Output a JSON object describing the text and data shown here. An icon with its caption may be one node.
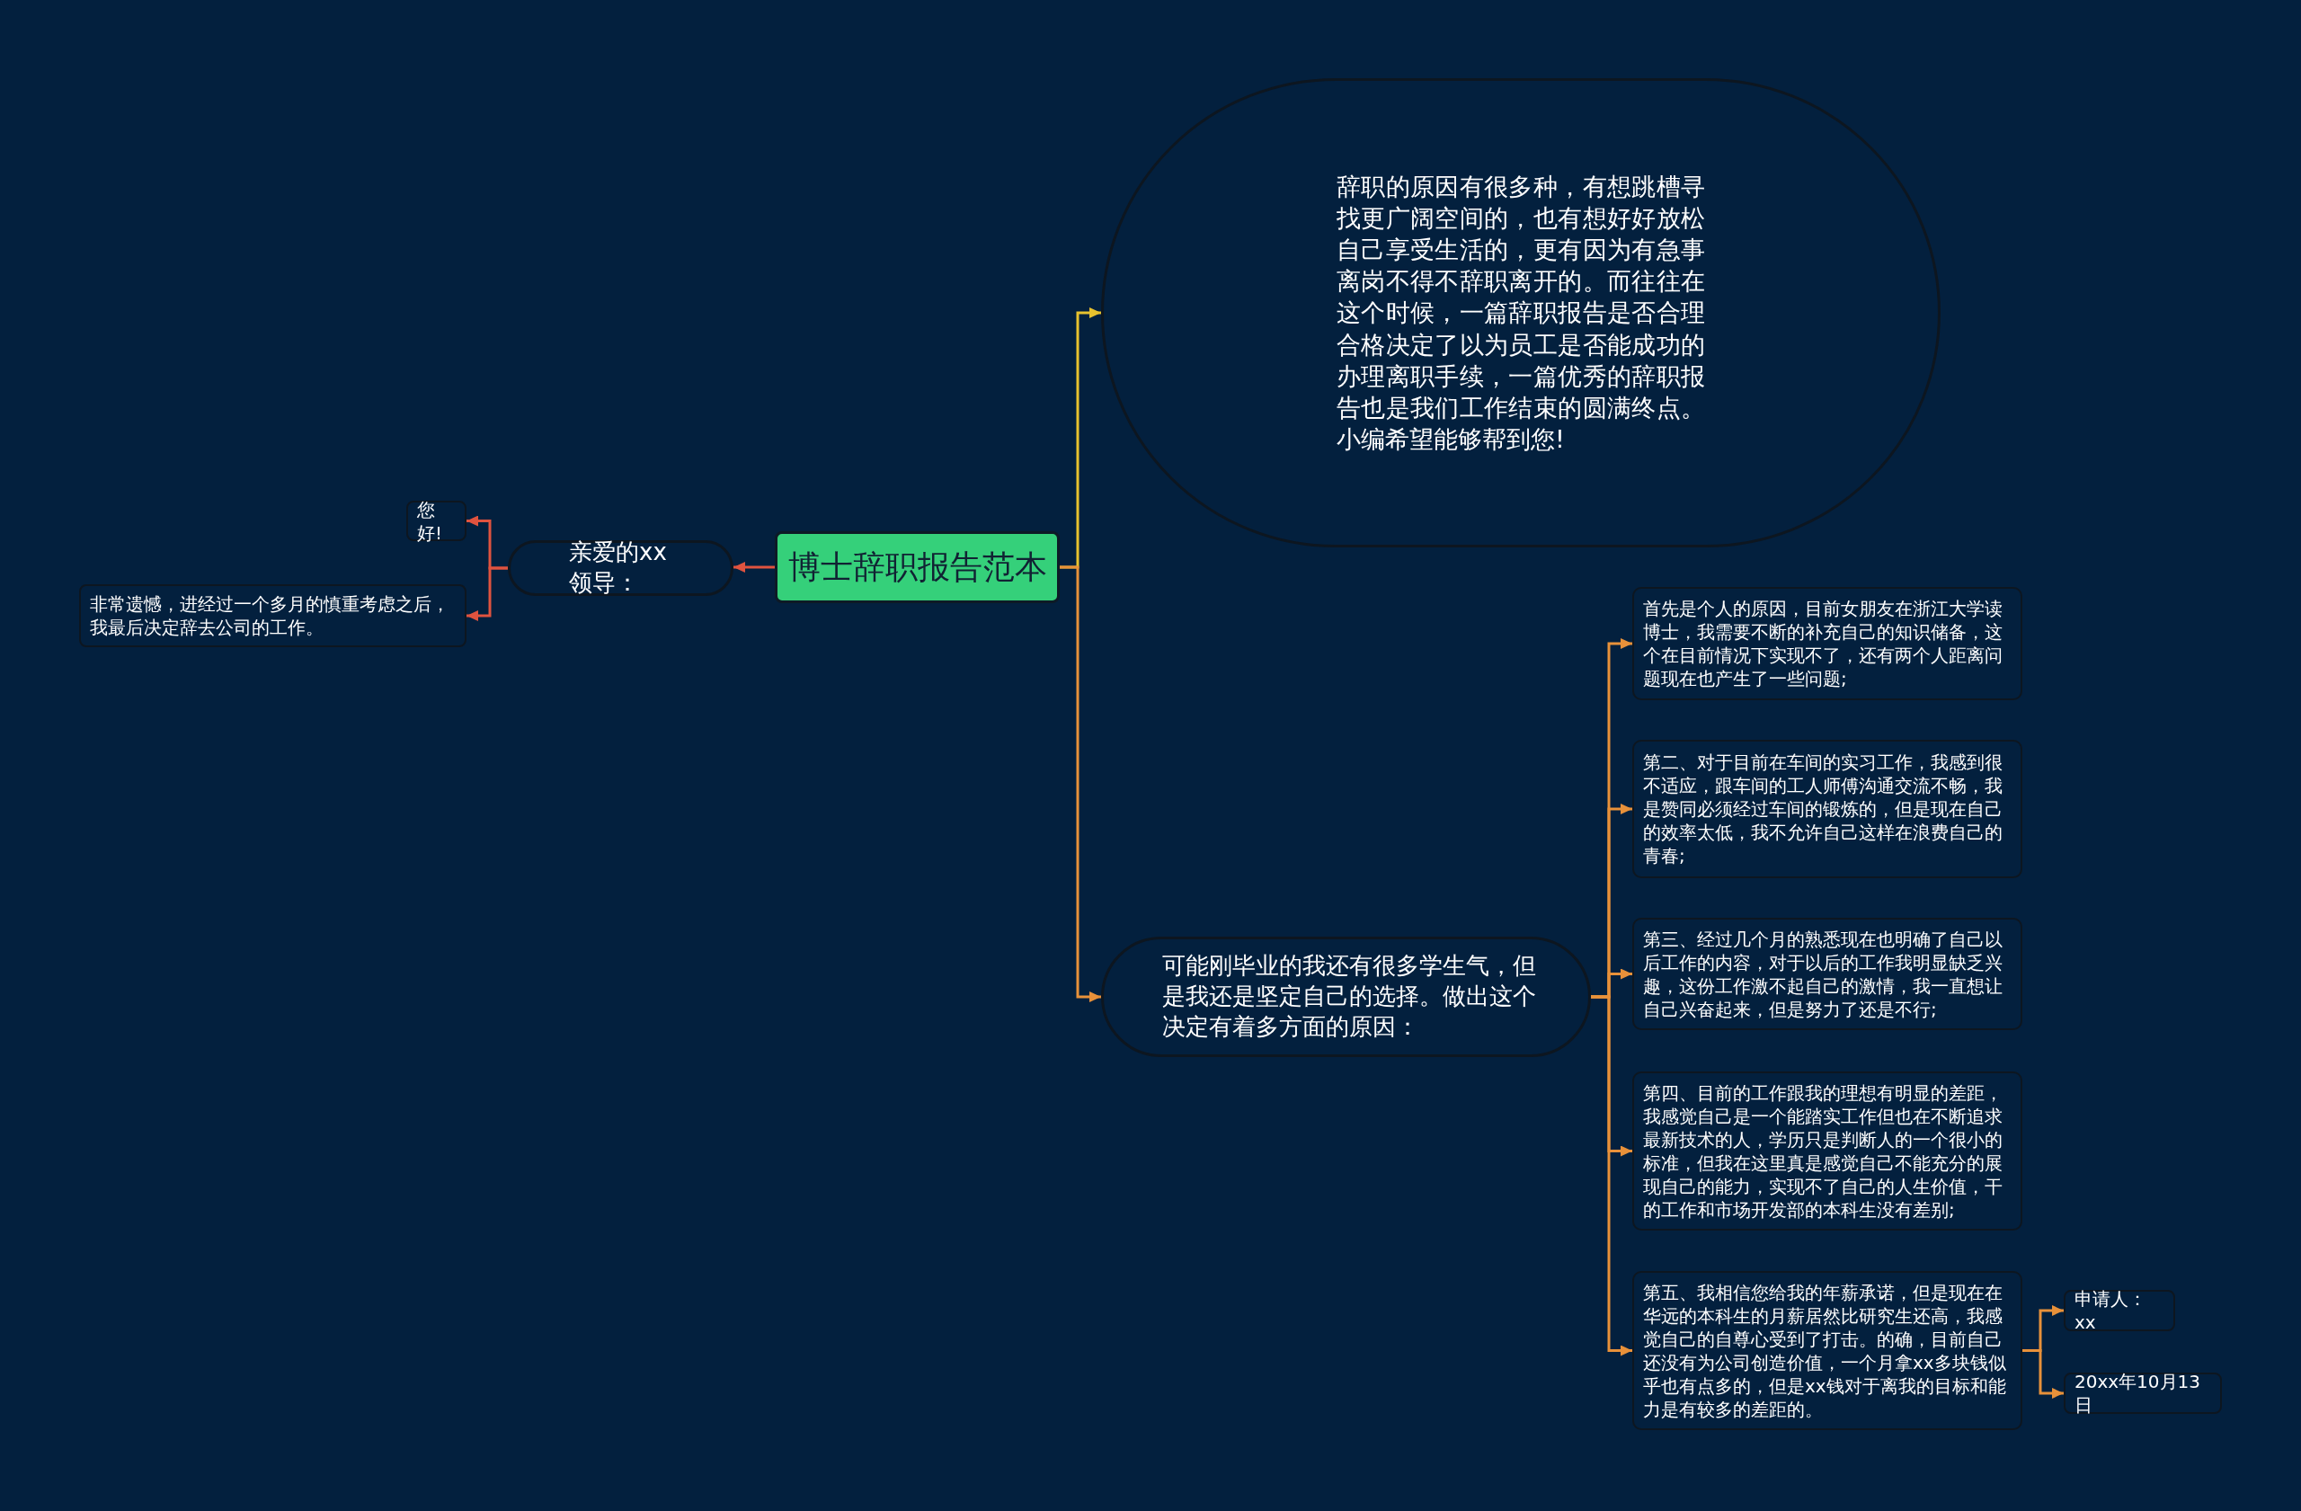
{
  "diagram": {
    "nodes": [
      {
        "text": [
          "博士辞职报告范本"
        ]
      },
      {
        "text": [
          "辞职的原因有很多种，有想跳槽寻找更广阔空间的，也有想好好放松自己享受生活的，更有因为有急事离岗不得不辞职离开的。而往往在这个时候，一篇辞职报告是否合理合格决定了以为员工是否能成功的办理离职手续，一篇优秀的辞职报告也是我们工作结束的圆满终点。小编希望能够帮到您!"
        ]
      },
      {
        "text": [
          "亲爱的xx领导："
        ]
      },
      {
        "text": [
          "您好!"
        ]
      },
      {
        "text": [
          "非常遗憾，进经过一个多月的慎重考虑之后，我最后决定辞去公司的工作。"
        ]
      },
      {
        "text": [
          "可能刚毕业的我还有很多学生气，但是我还是坚定自己的选择。做出这个决定有着多方面的原因："
        ]
      },
      {
        "text": [
          "首先是个人的原因，目前女朋友在浙江大学读博士，我需要不断的补充自己的知识储备，这个在目前情况下实现不了，还有两个人距离问题现在也产生了一些问题;"
        ]
      },
      {
        "text": [
          "第二、对于目前在车间的实习工作，我感到很不适应，跟车间的工人师傅沟通交流不畅，我是赞同必须经过车间的锻炼的，但是现在自己的效率太低，我不允许自己这样在浪费自己的青春;"
        ]
      },
      {
        "text": [
          "第三、经过几个月的熟悉现在也明确了自己以后工作的内容，对于以后的工作我明显缺乏兴趣，这份工作激不起自己的激情，我一直想让自己兴奋起来，但是努力了还是不行;"
        ]
      },
      {
        "text": [
          "第四、目前的工作跟我的理想有明显的差距，我感觉自己是一个能踏实工作但也在不断追求最新技术的人，学历只是判断人的一个很小的标准，但我在这里真是感觉自己不能充分的展现自己的能力，实现不了自己的人生价值，干的工作和市场开发部的本科生没有差别;"
        ]
      },
      {
        "text": [
          "第五、我相信您给我的年薪承诺，但是现在在华远的本科生的月薪居然比研究生还高，我感觉自己的自尊心受到了打击。的确，目前自己还没有为公司创造价值，一个月拿xx多块钱似乎也有点多的，但是xx钱对于离我的目标和能力是有较多的差距的。"
        ]
      },
      {
        "text": [
          "申请人：xx"
        ]
      },
      {
        "text": [
          "20xx年10月13日"
        ]
      }
    ],
    "edges": [
      {
        "from": 0,
        "to": 1,
        "arrow": "to",
        "color": "#e8c22e"
      },
      {
        "from": 0,
        "to": 2,
        "arrow": "to",
        "color": "#e0533f"
      },
      {
        "from": 2,
        "to": 3,
        "arrow": "to",
        "color": "#e0533f"
      },
      {
        "from": 2,
        "to": 4,
        "arrow": "to",
        "color": "#e0533f"
      },
      {
        "from": 0,
        "to": 5,
        "arrow": "to"
      },
      {
        "from": 5,
        "to": 6,
        "arrow": "to"
      },
      {
        "from": 5,
        "to": 7,
        "arrow": "to"
      },
      {
        "from": 5,
        "to": 8,
        "arrow": "to"
      },
      {
        "from": 5,
        "to": 9,
        "arrow": "to"
      },
      {
        "from": 5,
        "to": 10,
        "arrow": "to"
      },
      {
        "from": 10,
        "to": 11,
        "arrow": "to"
      },
      {
        "from": 10,
        "to": 12,
        "arrow": "to"
      }
    ]
  }
}
